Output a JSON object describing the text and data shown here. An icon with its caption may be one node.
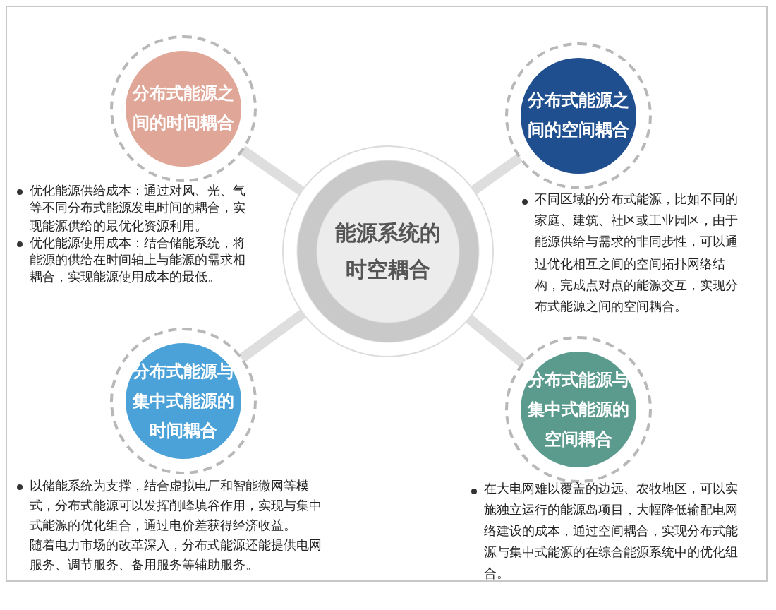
{
  "diagram": {
    "nodes": [
      {
        "text": [
          "能源系统的时空耦合"
        ]
      },
      {
        "text": [
          "分布式能源之间的时间耦合"
        ],
        "beside": [
          "优化能源供给成本：通过对风、光、气等不同分布式能源发电时间的耦合，实现能源供给的最优化资源利用。",
          "优化能源使用成本：结合储能系统，将能源的供给在时间轴上与能源的需求相耦合，实现能源使用成本的最低。"
        ]
      },
      {
        "text": [
          "分布式能源之间的空间耦合"
        ],
        "beside": [
          "不同区域的分布式能源，比如不同的家庭、建筑、社区或工业园区，由于能源供给与需求的非同步性，可以通过优化相互之间的空间拓扑网络结构，完成点对点的能源交互，实现分布式能源之间的空间耦合。"
        ]
      },
      {
        "text": [
          "分布式能源与集中式能源的时间耦合"
        ],
        "beside": [
          "以储能系统为支撑，结合虚拟电厂和智能微网等模式，分布式能源可以发挥削峰填谷作用，实现与集中式能源的优化组合，通过电价差获得经济收益。",
          "随着电力市场的改革深入，分布式能源还能提供电网服务、调节服务、备用服务等辅助服务。"
        ]
      },
      {
        "text": [
          "分布式能源与集中式能源的空间耦合"
        ],
        "beside": [
          "在大电网难以覆盖的边远、农牧地区，可以实施独立运行的能源岛项目，大幅降低输配电网络建设的成本，通过空间耦合，实现分布式能源与集中式能源的在综合能源系统中的优化组合。"
        ]
      }
    ],
    "edges": [
      {
        "from": 0,
        "to": 1,
        "arrow": "none"
      },
      {
        "from": 0,
        "to": 2,
        "arrow": "none"
      },
      {
        "from": 0,
        "to": 3,
        "arrow": "none"
      },
      {
        "from": 0,
        "to": 4,
        "arrow": "none"
      }
    ]
  }
}
